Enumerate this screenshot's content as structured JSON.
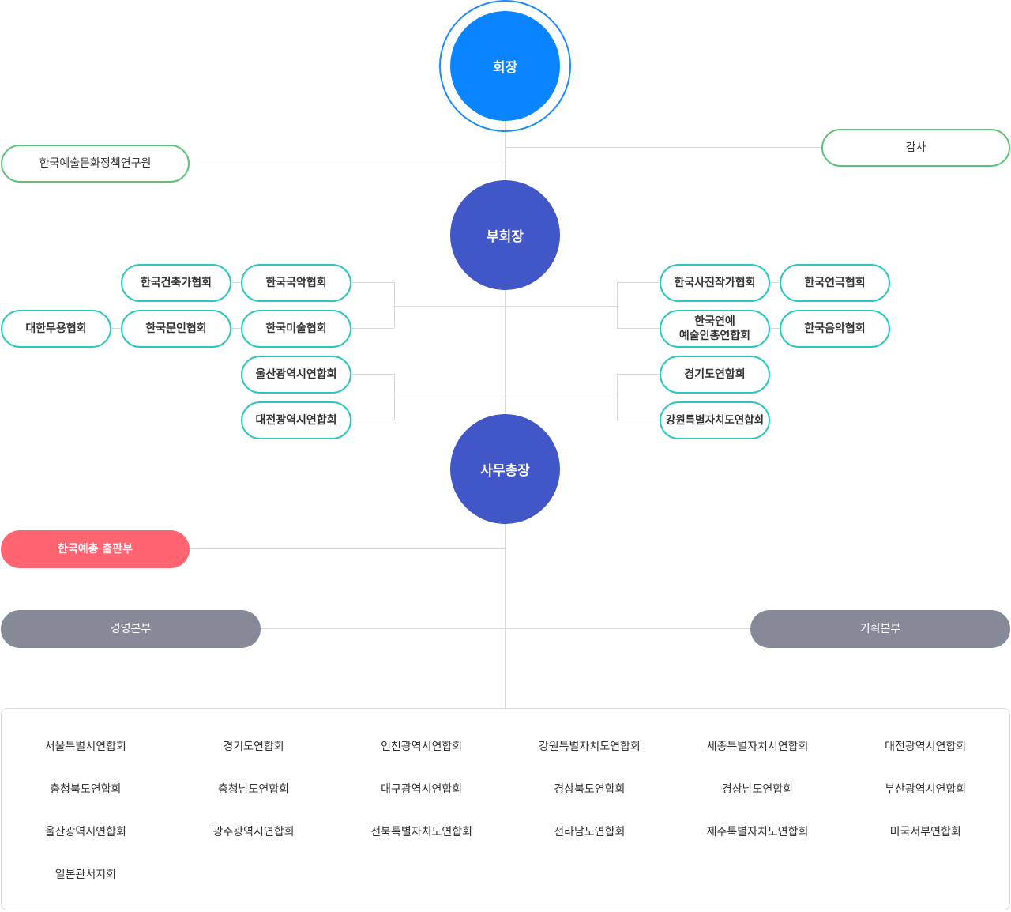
{
  "chart_data": {
    "type": "org-chart",
    "nodes": {
      "president": "회장",
      "vice_president": "부회장",
      "secretary_general": "사무총장"
    }
  },
  "top": {
    "president_label": "회장",
    "auditor_label": "감사",
    "institute_label": "한국예술문화정책연구원",
    "vice_president_label": "부회장"
  },
  "left_groups": {
    "row1": [
      "한국건축가협회",
      "한국국악협회"
    ],
    "row2": [
      "대한무용협회",
      "한국문인협회",
      "한국미술협회"
    ],
    "row3": [
      "울산광역시연합회"
    ],
    "row4": [
      "대전광역시연합회"
    ]
  },
  "right_groups": {
    "row1": [
      "한국사진작가협회",
      "한국연극협회"
    ],
    "row2_line1": "한국연예",
    "row2_line2": "예술인총연합회",
    "row2_extra": "한국음악협회",
    "row3": [
      "경기도연합회"
    ],
    "row4": [
      "강원특별자치도연합회"
    ]
  },
  "middle": {
    "secretary_label": "사무총장",
    "publishing_label": "한국예총 출판부",
    "management_label": "경영본부",
    "planning_label": "기획본부"
  },
  "regions": [
    "서울특별시연합회",
    "경기도연합회",
    "인천광역시연합회",
    "강원특별자치도연합회",
    "세종특별자치시연합회",
    "대전광역시연합회",
    "충청북도연합회",
    "충청남도연합회",
    "대구광역시연합회",
    "경상북도연합회",
    "경상남도연합회",
    "부산광역시연합회",
    "울산광역시연합회",
    "광주광역시연합회",
    "전북특별자치도연합회",
    "전라남도연합회",
    "제주특별자치도연합회",
    "미국서부연합회",
    "일본관서지회"
  ],
  "colors": {
    "president": "#0a84ff",
    "vice": "#4157c7",
    "teal_border": "#2bc7c0",
    "green_border": "#5cc47a",
    "publishing": "#ff6470",
    "division": "#868a98"
  }
}
